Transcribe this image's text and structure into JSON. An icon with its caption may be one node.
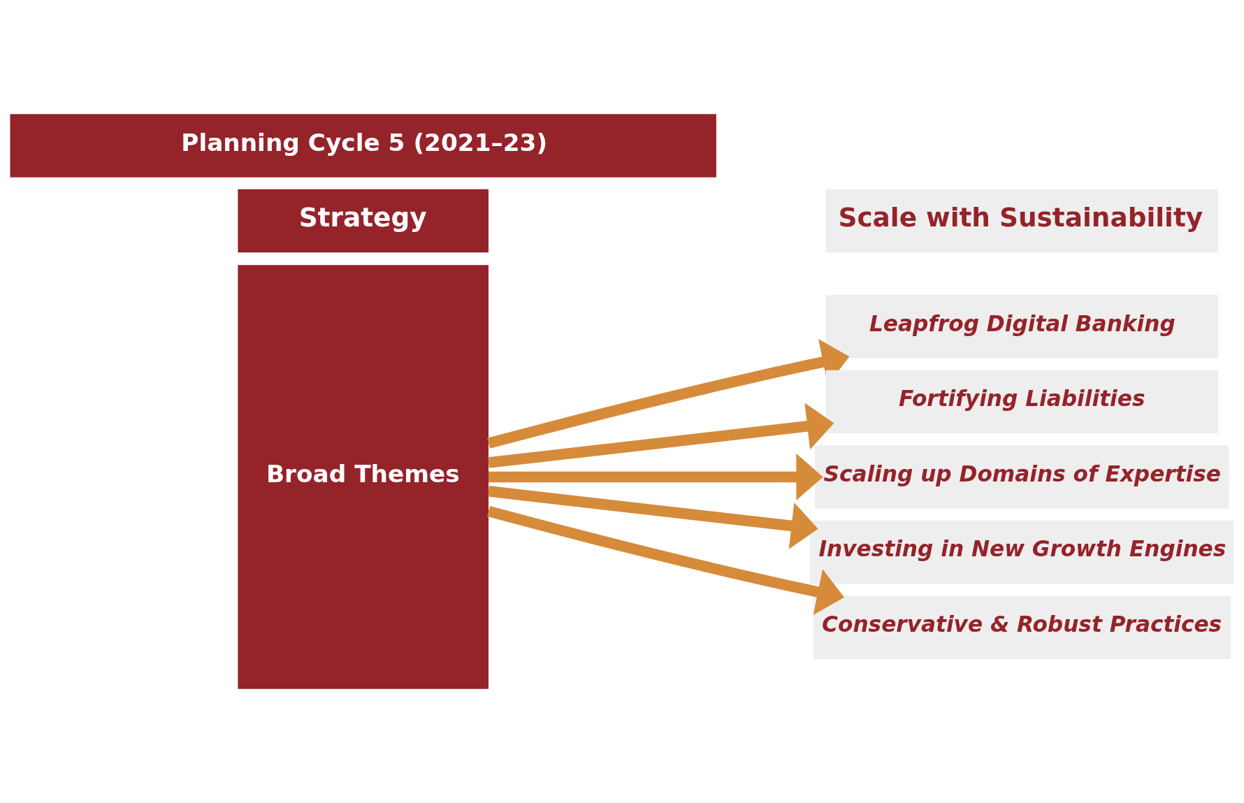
{
  "diagram": {
    "nodes": [
      {
        "text": [
          "Planning Cycle 5 (2021–23)"
        ]
      },
      {
        "text": [
          "Strategy"
        ]
      },
      {
        "text": [
          "Scale with Sustainability"
        ]
      },
      {
        "text": [
          "Broad Themes"
        ]
      },
      {
        "text": [
          "Leapfrog Digital Banking"
        ]
      },
      {
        "text": [
          "Fortifying Liabilities"
        ]
      },
      {
        "text": [
          "Scaling up Domains of Expertise"
        ]
      },
      {
        "text": [
          "Investing in New Growth Engines"
        ]
      },
      {
        "text": [
          "Conservative & Robust Practices"
        ]
      }
    ],
    "edges": [
      {
        "from": 3,
        "to": 4,
        "arrow": "to"
      },
      {
        "from": 3,
        "to": 5,
        "arrow": "to"
      },
      {
        "from": 3,
        "to": 6,
        "arrow": "to"
      },
      {
        "from": 3,
        "to": 7,
        "arrow": "to"
      },
      {
        "from": 3,
        "to": 8,
        "arrow": "to"
      }
    ]
  }
}
